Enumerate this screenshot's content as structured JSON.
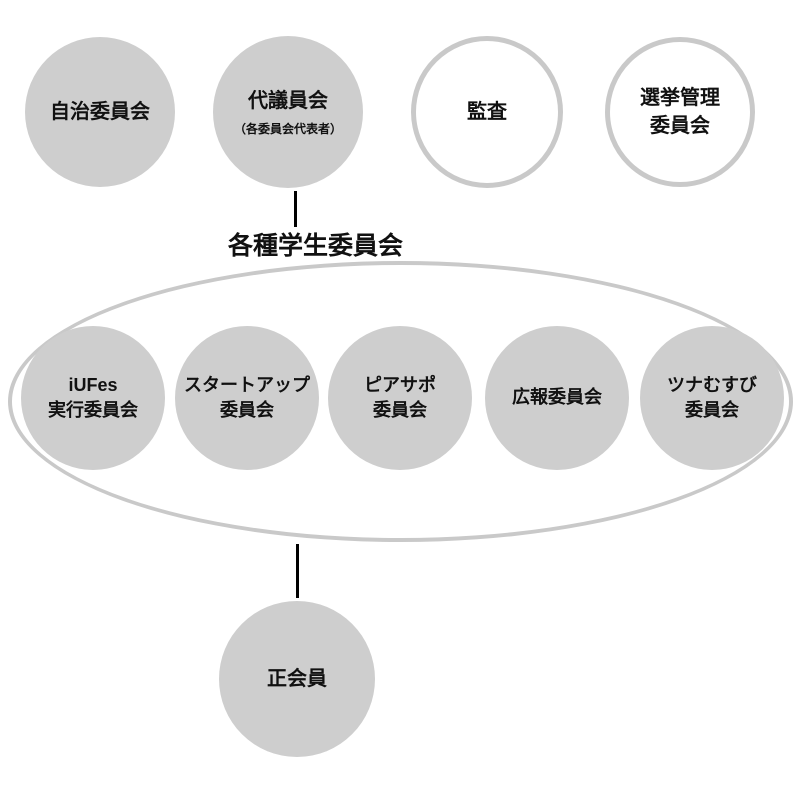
{
  "colors": {
    "circle_fill": "#cecece",
    "outline_gray": "#c9c9c9",
    "connector": "#000000",
    "text": "#111111",
    "background": "#ffffff"
  },
  "top_row": [
    {
      "line1": "自治委員会"
    },
    {
      "line1": "代議員会",
      "line2": "（各委員会代表者）"
    },
    {
      "line1": "監査"
    },
    {
      "line1": "選挙管理",
      "line2": "委員会"
    }
  ],
  "group": {
    "label": "各種学生委員会",
    "committees": [
      {
        "line1": "iUFes",
        "line2": "実行委員会"
      },
      {
        "line1": "スタートアップ",
        "line2": "委員会"
      },
      {
        "line1": "ピアサポ",
        "line2": "委員会"
      },
      {
        "line1": "広報委員会"
      },
      {
        "line1": "ツナむすび",
        "line2": "委員会"
      }
    ]
  },
  "bottom": {
    "label": "正会員"
  }
}
